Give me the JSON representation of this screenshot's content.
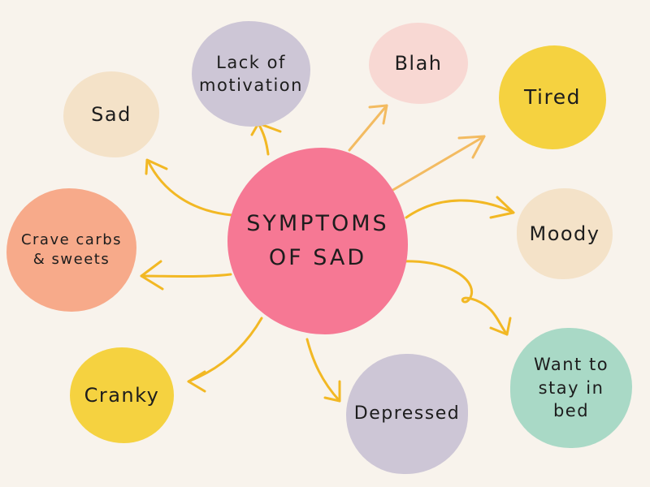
{
  "center": {
    "label": "SYMPTOMS\nOF SAD",
    "color": "#f67894"
  },
  "nodes": {
    "sad": {
      "label": "Sad",
      "color": "#f4e2c8"
    },
    "lack": {
      "label": "Lack of\nmotivation",
      "color": "#cdc6d6"
    },
    "blah": {
      "label": "Blah",
      "color": "#f8d8d3"
    },
    "tired": {
      "label": "Tired",
      "color": "#f5d240"
    },
    "moody": {
      "label": "Moody",
      "color": "#f4e2c8"
    },
    "crave": {
      "label": "Crave carbs\n& sweets",
      "color": "#f7aa8a"
    },
    "cranky": {
      "label": "Cranky",
      "color": "#f5d240"
    },
    "depressed": {
      "label": "Depressed",
      "color": "#cdc6d6"
    },
    "bed": {
      "label": "Want to\nstay in\nbed",
      "color": "#a9d9c6"
    }
  },
  "arrow_colors": {
    "primary": "#f2b824",
    "secondary": "#f3bb61"
  }
}
